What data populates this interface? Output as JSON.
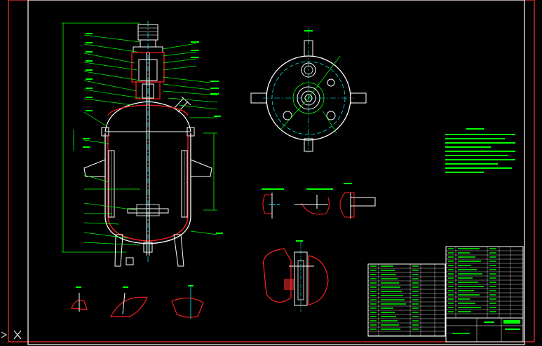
{
  "drawing": {
    "background": "#000000",
    "colors": {
      "frame": "#ff3333",
      "border": "#ffffff",
      "leader": "#00ff00",
      "vessel_outline": "#ffffff",
      "lining": "#ff2020",
      "centerline": "#00ffff",
      "section_hatch": "#ff3030",
      "table_text": "#00ff00",
      "table_grid": "#ffffff"
    },
    "views": [
      {
        "name": "main-elevation-view",
        "icon": "reactor-vessel"
      },
      {
        "name": "top-plan-view",
        "icon": "circular-flange-plan"
      },
      {
        "name": "detail-view-a",
        "icon": "lug-detail"
      },
      {
        "name": "detail-view-b",
        "icon": "baffle-detail"
      },
      {
        "name": "detail-view-c",
        "icon": "bracket-detail"
      },
      {
        "name": "detail-view-d",
        "icon": "seal-section"
      },
      {
        "name": "nozzle-detail-1",
        "icon": "nozzle"
      },
      {
        "name": "nozzle-detail-2",
        "icon": "nozzle"
      },
      {
        "name": "nozzle-detail-3",
        "icon": "nozzle"
      }
    ],
    "tables": [
      {
        "name": "technical-requirements-block",
        "icon": "text-block"
      },
      {
        "name": "parts-list-table",
        "icon": "bom-table"
      },
      {
        "name": "title-block",
        "icon": "title-block"
      }
    ],
    "cursor_icon": "ucs-axis-icon"
  }
}
